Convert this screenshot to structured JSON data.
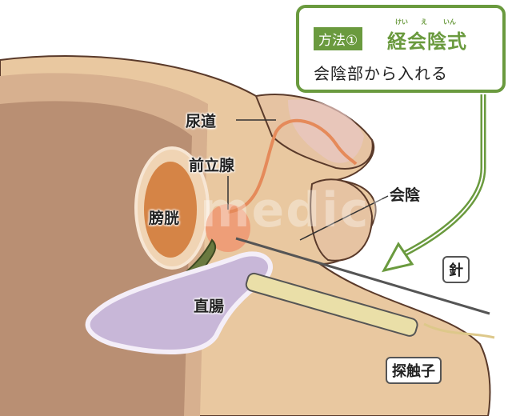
{
  "callout": {
    "method_label": "方法①",
    "title": "経会陰式",
    "ruby": [
      "けい",
      "え",
      "いん"
    ],
    "description": "会陰部から入れる"
  },
  "labels": {
    "urethra": "尿道",
    "prostate": "前立腺",
    "bladder": "膀胱",
    "perineum": "会陰",
    "rectum": "直腸",
    "needle": "針",
    "probe": "探触子"
  },
  "watermark": "medick",
  "colors": {
    "accent": "#6a9a3e",
    "skin": "#e9c8a0",
    "bladder": "#d58446",
    "prostate": "#ee9e78",
    "rectum": "#c8b7d8"
  }
}
